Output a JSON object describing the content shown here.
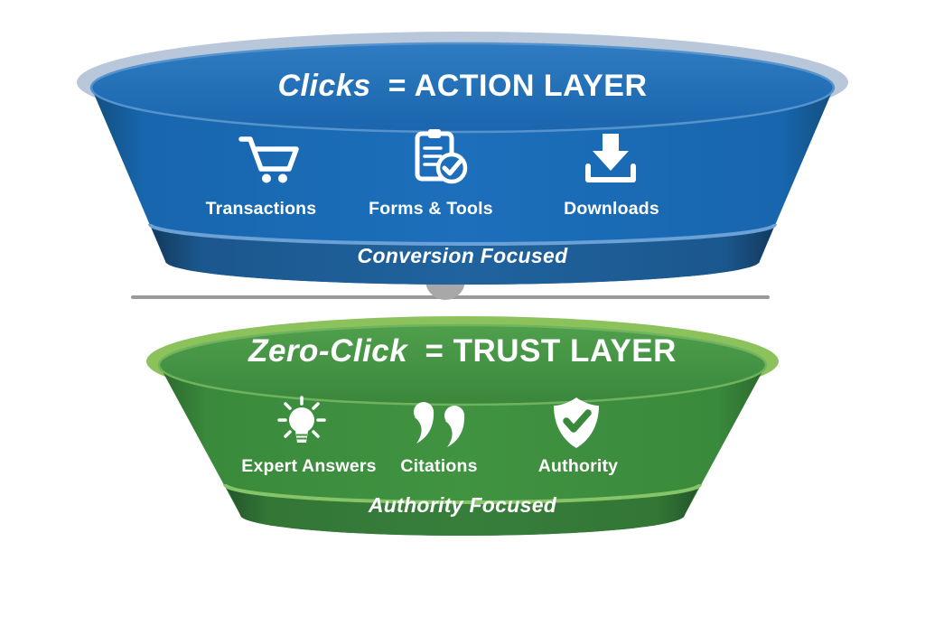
{
  "diagram": {
    "background": "#ffffff",
    "connector": {
      "line_color": "#9b9b9b",
      "stem_color": "#a8a8a8"
    },
    "top_funnel": {
      "name": "Action Layer (blue funnel)",
      "accent_color": "#1d6fbb",
      "rim_color": "#b8c7da",
      "band_color": "#1d5c94",
      "title_keyword": "Clicks",
      "title_rest": "= ACTION LAYER",
      "items": [
        {
          "icon": "shopping-cart-icon",
          "label": "Transactions"
        },
        {
          "icon": "clipboard-check-icon",
          "label": "Forms & Tools"
        },
        {
          "icon": "download-icon",
          "label": "Downloads"
        }
      ],
      "footer": "Conversion Focused"
    },
    "bottom_funnel": {
      "name": "Trust Layer (green funnel)",
      "accent_color": "#3f8f40",
      "rim_color": "#8cc25b",
      "band_color": "#35793a",
      "title_keyword": "Zero-Click",
      "title_rest": "= TRUST LAYER",
      "items": [
        {
          "icon": "lightbulb-icon",
          "label": "Expert Answers"
        },
        {
          "icon": "quotation-marks-icon",
          "label": "Citations"
        },
        {
          "icon": "shield-check-icon",
          "label": "Authority"
        }
      ],
      "footer": "Authority Focused"
    }
  }
}
